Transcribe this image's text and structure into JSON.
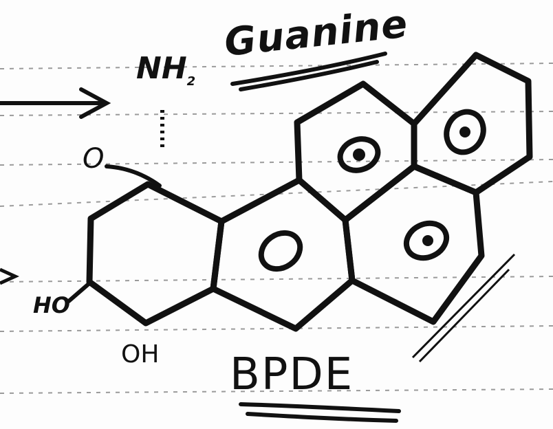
{
  "labels": {
    "amine": "NH",
    "amine_sub": "2",
    "guanine": "Guanine",
    "oxygen": "O",
    "hydroxyl_left": "HO",
    "hydroxyl_bottom": "OH",
    "compound": "BPDE"
  },
  "colors": {
    "ink": "#111111",
    "rule": "#9a9a9a",
    "paper": "#fdfdfd"
  }
}
